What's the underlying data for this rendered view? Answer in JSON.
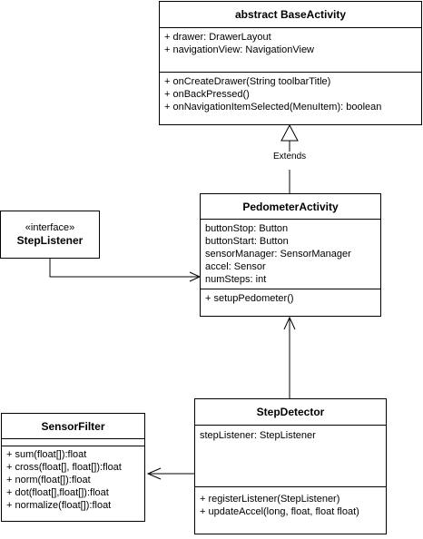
{
  "base_activity": {
    "title": "abstract BaseActivity",
    "attributes": [
      "+ drawer: DrawerLayout",
      "+ navigationView: NavigationView"
    ],
    "methods": [
      "+ onCreateDrawer(String toolbarTitle)",
      "+ onBackPressed()",
      "+ onNavigationItemSelected(MenuItem): boolean"
    ]
  },
  "extends_label": "Extends",
  "step_listener": {
    "stereotype": "«interface»",
    "title": "StepListener"
  },
  "pedometer_activity": {
    "title": "PedometerActivity",
    "attributes": [
      "buttonStop: Button",
      "buttonStart: Button",
      "sensorManager: SensorManager",
      "accel: Sensor",
      "numSteps: int"
    ],
    "methods": [
      "+ setupPedometer()"
    ]
  },
  "step_detector": {
    "title": "StepDetector",
    "attributes": [
      "stepListener: StepListener"
    ],
    "methods": [
      "+ registerListener(StepListener)",
      "+ updateAccel(long, float, float float)"
    ]
  },
  "sensor_filter": {
    "title": "SensorFilter",
    "methods": [
      "+ sum(float[]):float",
      "+ cross(float[], float[]):float",
      "+ norm(float[]):float",
      "+ dot(float[],float[]):float",
      "+ normalize(float[]):float"
    ]
  }
}
